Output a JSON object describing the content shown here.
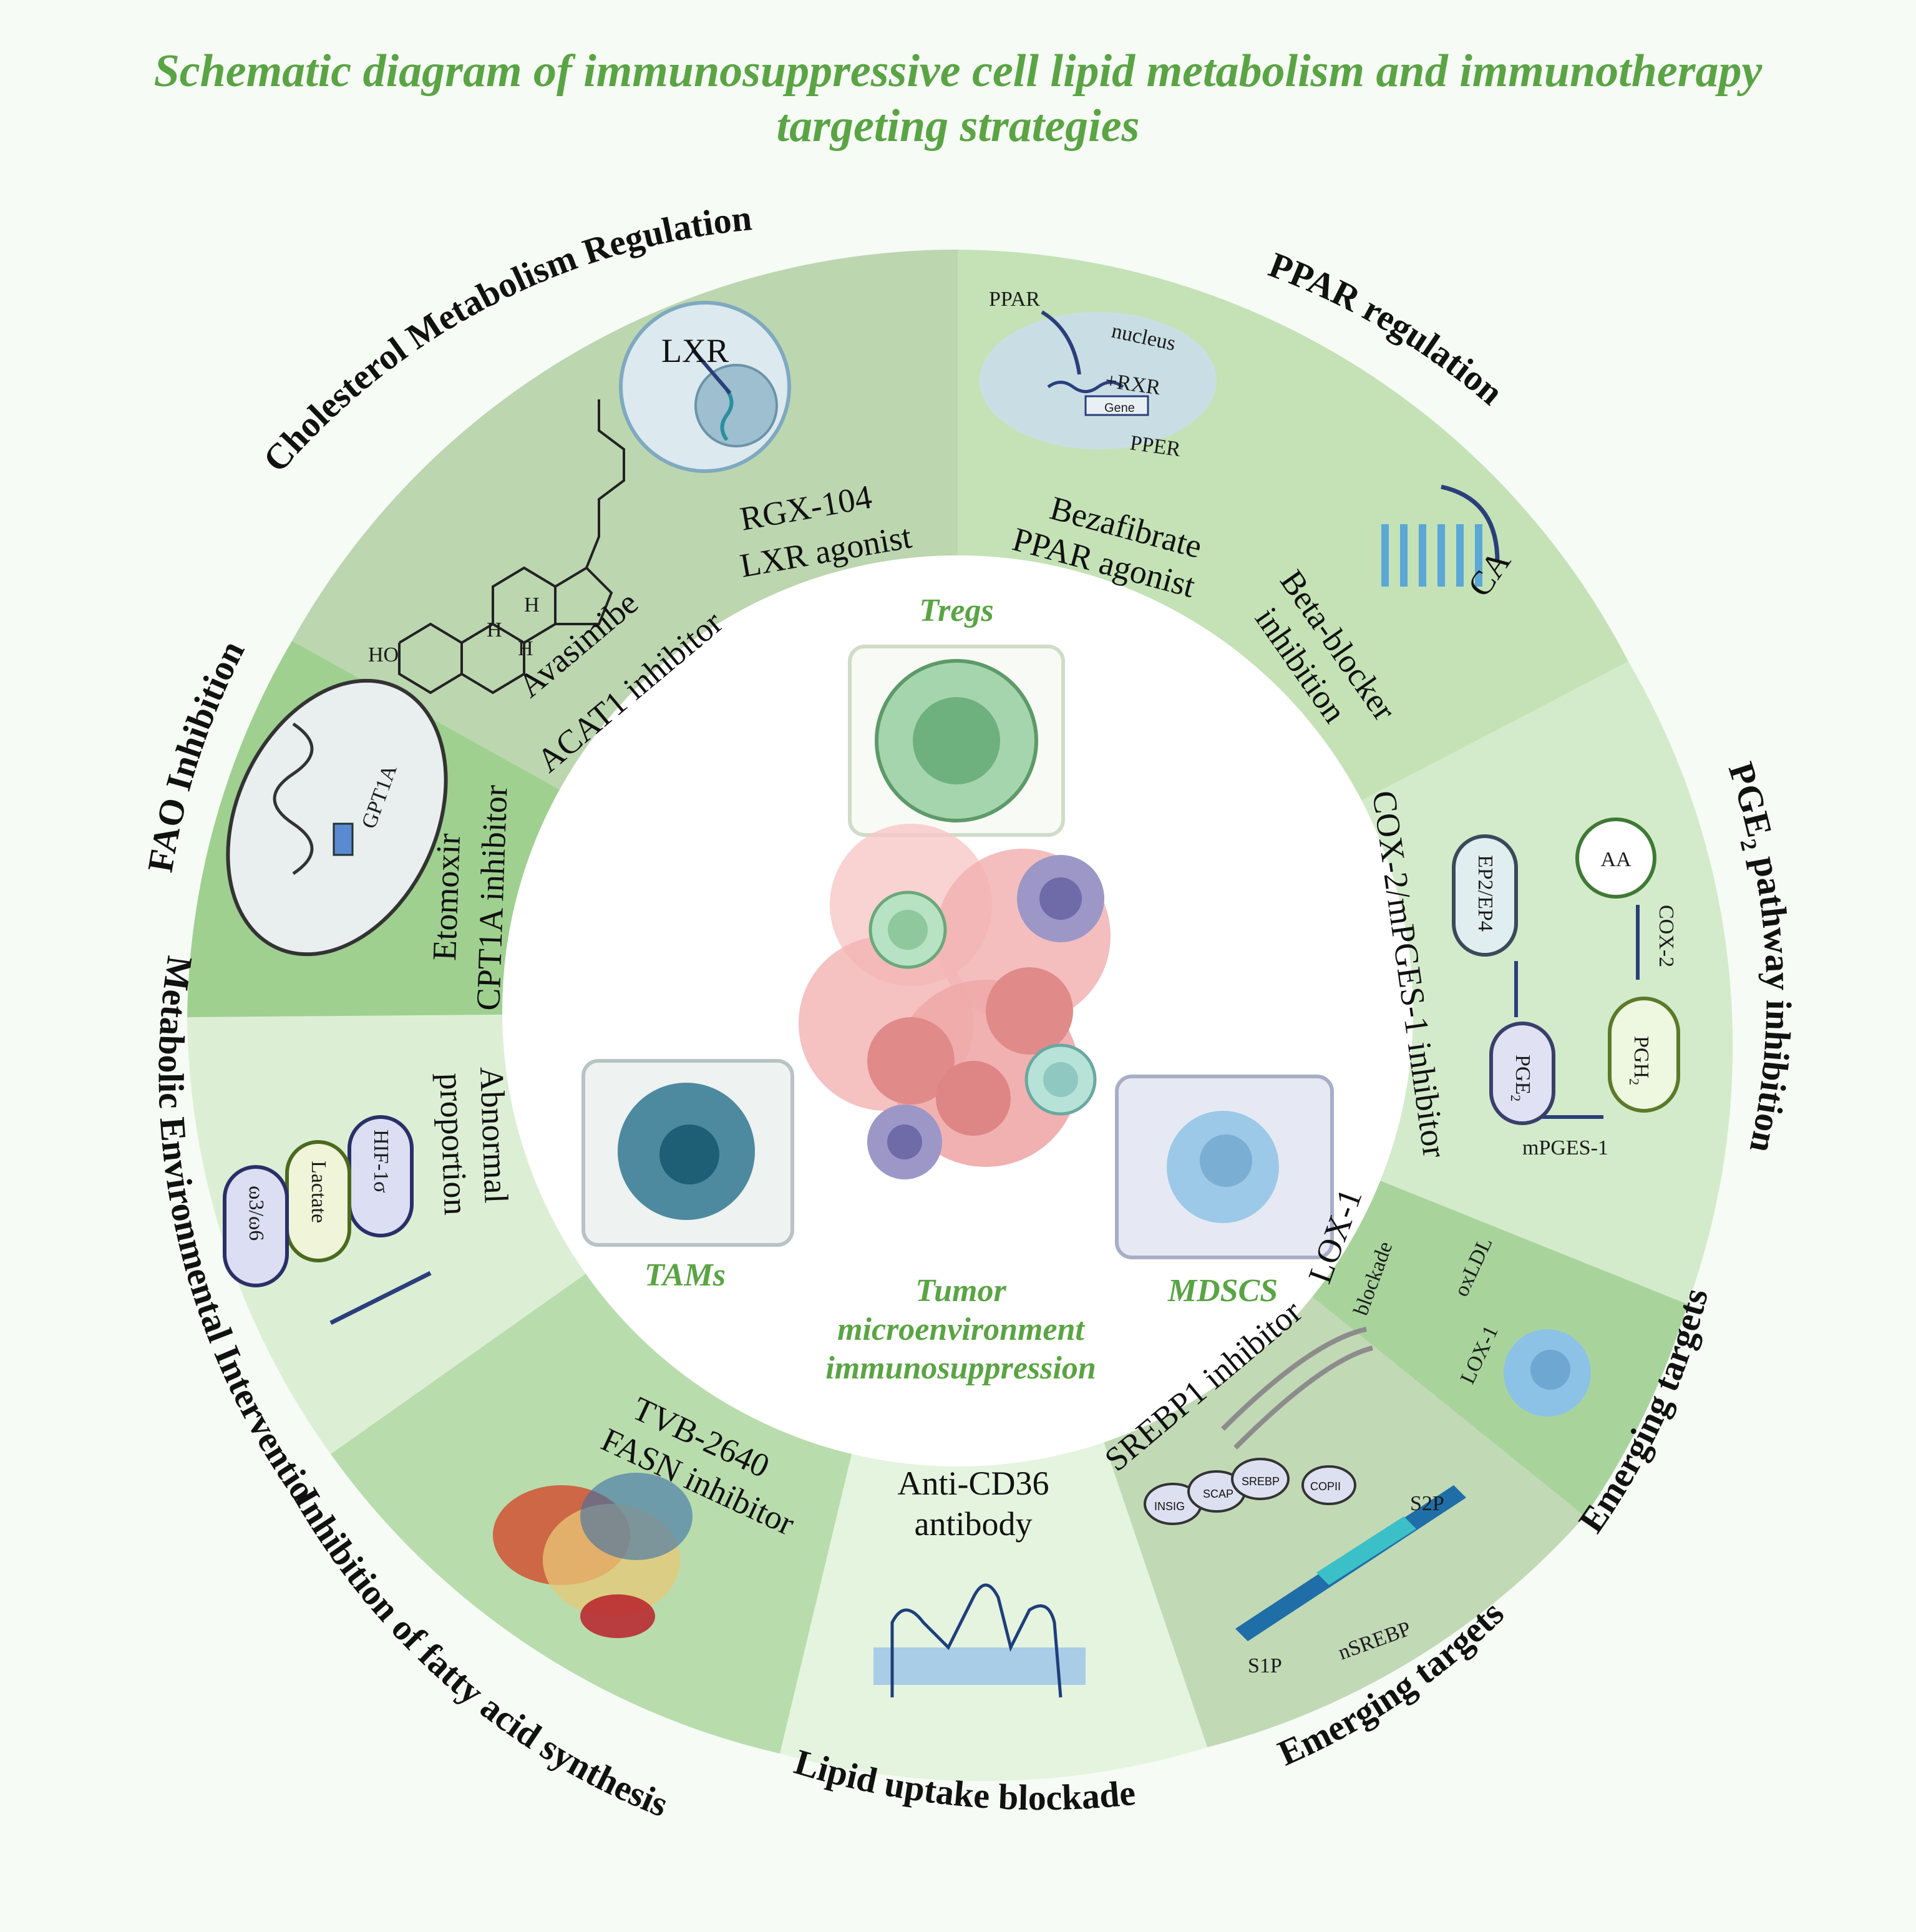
{
  "title": {
    "line1": "Schematic diagram of immunosuppressive cell lipid metabolism and immunotherapy",
    "line2": "targeting strategies"
  },
  "center": {
    "tregs": "Tregs",
    "tams": "TAMs",
    "mdscs": "MDSCS",
    "tme_line1": "Tumor",
    "tme_line2": "microenvironment",
    "tme_line3": "immunosuppression"
  },
  "outer_labels": {
    "cholesterol": "Cholesterol Metabolism Regulation",
    "ppar": "PPAR regulation",
    "pge2_main": "PGE",
    "pge2_sub": "2",
    "pge2_rest": " pathway inhibition",
    "emerging1": "Emerging targets",
    "emerging2": "Emerging targets",
    "lipid_uptake": "Lipid uptake blockade",
    "fatty_acid": "Inhibition of fatty acid synthesis",
    "metabolic": "Metabolic Environmental Interventions",
    "fao": "FAO Inhibition"
  },
  "sectors": {
    "cholesterol": {
      "rgx_name": "RGX-104",
      "rgx_class": "LXR agonist",
      "ava_name": "Avasimibe",
      "ava_class": "ACAT1 inhibitor",
      "lxr": "LXR",
      "ho": "HO",
      "h": "H"
    },
    "ppar": {
      "drug": "Bezafibrate",
      "drug_class": "PPAR agonist",
      "ppar": "PPAR",
      "nucleus": "nucleus",
      "rxr": "+RXR",
      "gene": "Gene",
      "pper": "PPER",
      "beta1": "Beta-blocker",
      "beta2": "inhibition",
      "ca": "CA"
    },
    "pge2": {
      "inhibitor": "COX-2/mPGES-1 inhibitor",
      "aa": "AA",
      "cox2": "COX-2",
      "pgh2": "PGH",
      "pgh2_sub": "2",
      "mpges1": "mPGES-1",
      "pge2": "PGE",
      "pge2_sub": "2",
      "ep": "EP2/EP4"
    },
    "lox1": {
      "blockade1": "LOX-1",
      "blockade2": "blockade",
      "oxldl": "oxLDL",
      "lox1": "LOX-1"
    },
    "srebp": {
      "inhibitor": "SREBP1 inhibitor",
      "insig": "INSIG",
      "scap": "SCAP",
      "srebp": "SREBP",
      "copii": "COPII",
      "s2p": "S2P",
      "s1p": "S1P",
      "nsrebp": "nSREBP"
    },
    "cd36": {
      "line1": "Anti-CD36",
      "line2": "antibody"
    },
    "fasn": {
      "drug": "TVB-2640",
      "drug_class": "FASN inhibitor"
    },
    "metabolic": {
      "line1": "Abnormal",
      "line2": "proportion",
      "hif": "HIF-1σ",
      "lactate": "Lactate",
      "omega": "ω3/ω6"
    },
    "fao": {
      "drug": "Etomoxir",
      "drug_class": "CPT1A inhibitor",
      "gpt1a": "GPT1A"
    }
  },
  "colors": {
    "title": "#5aa444",
    "cholesterol_sector": "#bcd6b0",
    "ppar_sector": "#c4e2b6",
    "pge2_sector": "#d3ebcb",
    "lox_sector": "#a8d49c",
    "srebp_sector": "#c2d9b6",
    "cd36_sector": "#e4f4de",
    "fasn_sector": "#b9dcad",
    "metabolic_sector": "#dcefd5",
    "fao_sector": "#9fd08f",
    "outer_ring": "#e3f1df"
  }
}
